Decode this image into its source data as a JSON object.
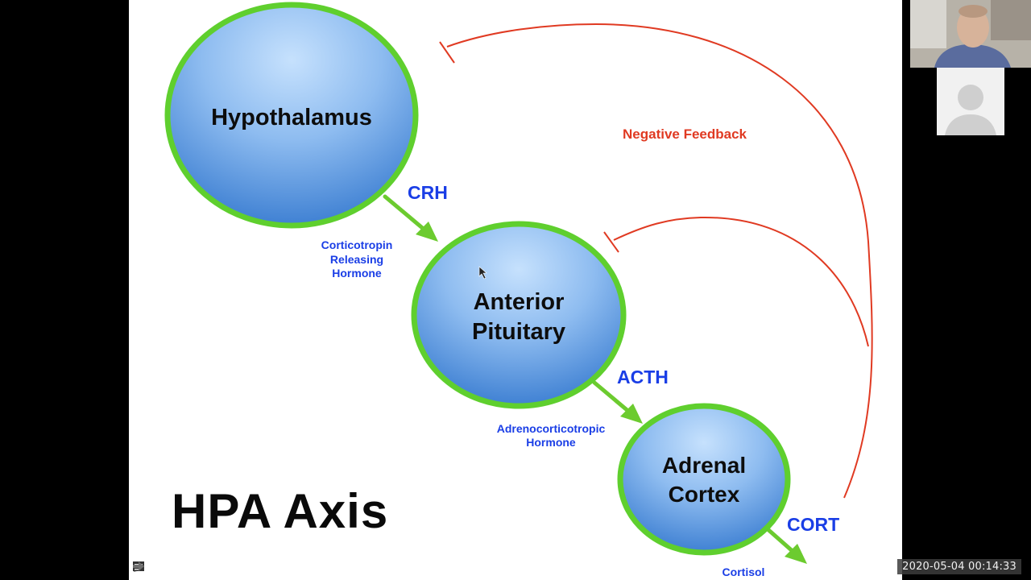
{
  "slide": {
    "title": "HPA Axis",
    "nodes": {
      "hypothalamus": "Hypothalamus",
      "pituitary_line1": "Anterior",
      "pituitary_line2": "Pituitary",
      "adrenal_line1": "Adrenal",
      "adrenal_line2": "Cortex"
    },
    "hormones": {
      "crh_abbr": "CRH",
      "crh_full_line1": "Corticotropin",
      "crh_full_line2": "Releasing",
      "crh_full_line3": "Hormone",
      "acth_abbr": "ACTH",
      "acth_full_line1": "Adrenocorticotropic",
      "acth_full_line2": "Hormone",
      "cort_abbr": "CORT",
      "cort_full": "Cortisol"
    },
    "feedback_label": "Negative Feedback",
    "colors": {
      "node_fill_top": "#b9d8fb",
      "node_fill_bottom": "#3d82d4",
      "node_border": "#5fcf2e",
      "arrow": "#6ccb2f",
      "hormone_text": "#1a3ee6",
      "feedback": "#e03a22"
    }
  },
  "controls": {
    "prev_icon": "arrow-left-icon",
    "pen_icon": "pencil-icon",
    "notes_icon": "notes-icon",
    "next_icon": "arrow-right-icon"
  },
  "video": {
    "participant_icon": "person-silhouette-icon"
  },
  "timestamp": "2020-05-04  00:14:33"
}
